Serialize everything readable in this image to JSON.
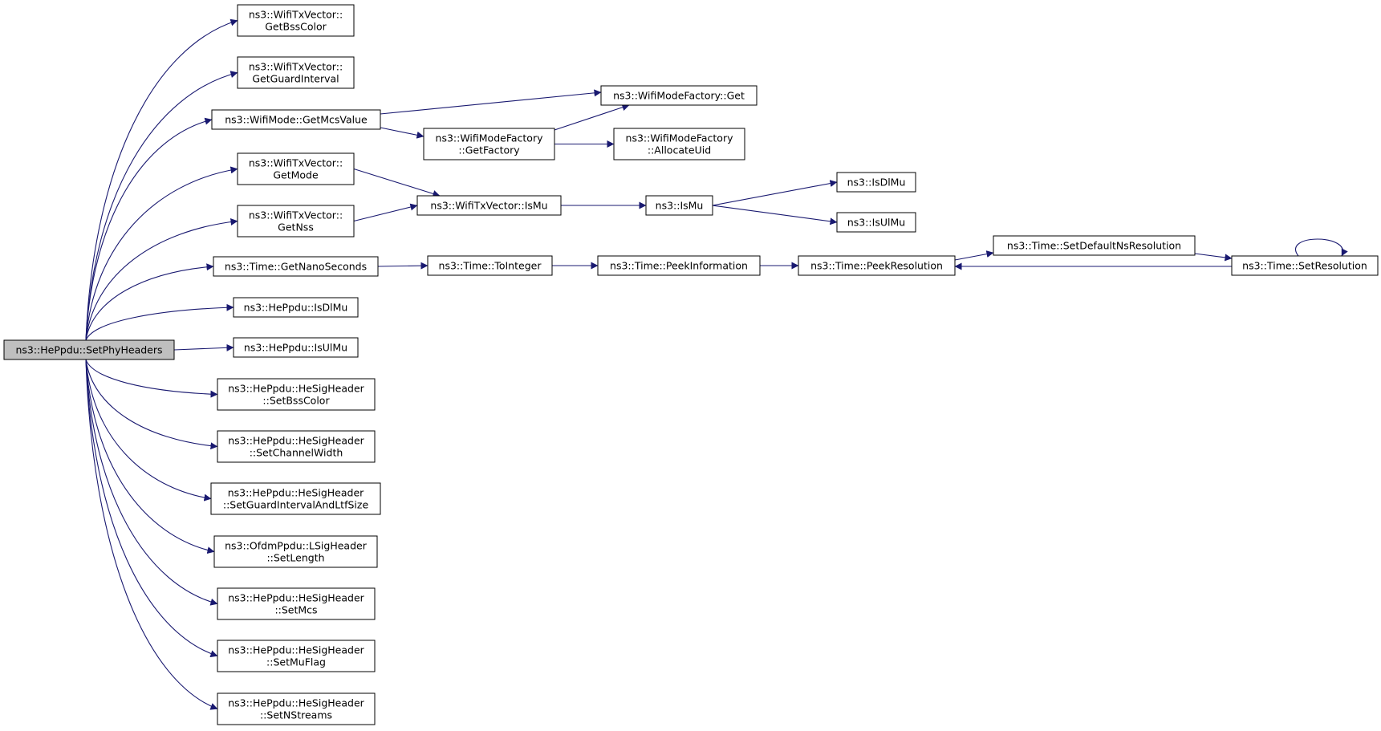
{
  "colors": {
    "edge": "#191970",
    "focus_fill": "#bfbfbf",
    "node_fill": "#ffffff",
    "node_border": "#000000"
  },
  "graph": {
    "nodes": [
      {
        "id": "root",
        "lines": [
          "ns3::HePpdu::SetPhyHeaders"
        ],
        "focus": true
      },
      {
        "id": "getBssColor",
        "lines": [
          "ns3::WifiTxVector::",
          "GetBssColor"
        ]
      },
      {
        "id": "getGuardInterval",
        "lines": [
          "ns3::WifiTxVector::",
          "GetGuardInterval"
        ]
      },
      {
        "id": "getMcsValue",
        "lines": [
          "ns3::WifiMode::GetMcsValue"
        ]
      },
      {
        "id": "getMode",
        "lines": [
          "ns3::WifiTxVector::",
          "GetMode"
        ]
      },
      {
        "id": "getNss",
        "lines": [
          "ns3::WifiTxVector::",
          "GetNss"
        ]
      },
      {
        "id": "getNanoSeconds",
        "lines": [
          "ns3::Time::GetNanoSeconds"
        ]
      },
      {
        "id": "heIsDlMu",
        "lines": [
          "ns3::HePpdu::IsDlMu"
        ]
      },
      {
        "id": "heIsUlMu",
        "lines": [
          "ns3::HePpdu::IsUlMu"
        ]
      },
      {
        "id": "setBssColor",
        "lines": [
          "ns3::HePpdu::HeSigHeader",
          "::SetBssColor"
        ]
      },
      {
        "id": "setChannelWidth",
        "lines": [
          "ns3::HePpdu::HeSigHeader",
          "::SetChannelWidth"
        ]
      },
      {
        "id": "setGuardInterval",
        "lines": [
          "ns3::HePpdu::HeSigHeader",
          "::SetGuardIntervalAndLtfSize"
        ]
      },
      {
        "id": "setLength",
        "lines": [
          "ns3::OfdmPpdu::LSigHeader",
          "::SetLength"
        ]
      },
      {
        "id": "setMcs",
        "lines": [
          "ns3::HePpdu::HeSigHeader",
          "::SetMcs"
        ]
      },
      {
        "id": "setMuFlag",
        "lines": [
          "ns3::HePpdu::HeSigHeader",
          "::SetMuFlag"
        ]
      },
      {
        "id": "setNStreams",
        "lines": [
          "ns3::HePpdu::HeSigHeader",
          "::SetNStreams"
        ]
      },
      {
        "id": "factoryGet",
        "lines": [
          "ns3::WifiModeFactory::Get"
        ]
      },
      {
        "id": "getFactory",
        "lines": [
          "ns3::WifiModeFactory",
          "::GetFactory"
        ]
      },
      {
        "id": "allocateUid",
        "lines": [
          "ns3::WifiModeFactory",
          "::AllocateUid"
        ]
      },
      {
        "id": "txIsMu",
        "lines": [
          "ns3::WifiTxVector::IsMu"
        ]
      },
      {
        "id": "isMu",
        "lines": [
          "ns3::IsMu"
        ]
      },
      {
        "id": "isDlMu",
        "lines": [
          "ns3::IsDlMu"
        ]
      },
      {
        "id": "isUlMu",
        "lines": [
          "ns3::IsUlMu"
        ]
      },
      {
        "id": "toInteger",
        "lines": [
          "ns3::Time::ToInteger"
        ]
      },
      {
        "id": "peekInformation",
        "lines": [
          "ns3::Time::PeekInformation"
        ]
      },
      {
        "id": "peekResolution",
        "lines": [
          "ns3::Time::PeekResolution"
        ]
      },
      {
        "id": "setDefaultNs",
        "lines": [
          "ns3::Time::SetDefaultNsResolution"
        ]
      },
      {
        "id": "setResolution",
        "lines": [
          "ns3::Time::SetResolution"
        ]
      }
    ],
    "edges": [
      {
        "from": "root",
        "to": "getBssColor"
      },
      {
        "from": "root",
        "to": "getGuardInterval"
      },
      {
        "from": "root",
        "to": "getMcsValue"
      },
      {
        "from": "root",
        "to": "getMode"
      },
      {
        "from": "root",
        "to": "getNss"
      },
      {
        "from": "root",
        "to": "getNanoSeconds"
      },
      {
        "from": "root",
        "to": "heIsDlMu"
      },
      {
        "from": "root",
        "to": "heIsUlMu"
      },
      {
        "from": "root",
        "to": "setBssColor"
      },
      {
        "from": "root",
        "to": "setChannelWidth"
      },
      {
        "from": "root",
        "to": "setGuardInterval"
      },
      {
        "from": "root",
        "to": "setLength"
      },
      {
        "from": "root",
        "to": "setMcs"
      },
      {
        "from": "root",
        "to": "setMuFlag"
      },
      {
        "from": "root",
        "to": "setNStreams"
      },
      {
        "from": "getMcsValue",
        "to": "factoryGet"
      },
      {
        "from": "getMcsValue",
        "to": "getFactory"
      },
      {
        "from": "getFactory",
        "to": "factoryGet"
      },
      {
        "from": "getFactory",
        "to": "allocateUid"
      },
      {
        "from": "getMode",
        "to": "txIsMu"
      },
      {
        "from": "getNss",
        "to": "txIsMu"
      },
      {
        "from": "txIsMu",
        "to": "isMu"
      },
      {
        "from": "isMu",
        "to": "isDlMu"
      },
      {
        "from": "isMu",
        "to": "isUlMu"
      },
      {
        "from": "getNanoSeconds",
        "to": "toInteger"
      },
      {
        "from": "toInteger",
        "to": "peekInformation"
      },
      {
        "from": "peekInformation",
        "to": "peekResolution"
      },
      {
        "from": "peekResolution",
        "to": "setDefaultNs"
      },
      {
        "from": "setDefaultNs",
        "to": "setResolution"
      },
      {
        "from": "setResolution",
        "to": "peekResolution"
      },
      {
        "from": "setResolution",
        "to": "setResolution"
      }
    ]
  }
}
